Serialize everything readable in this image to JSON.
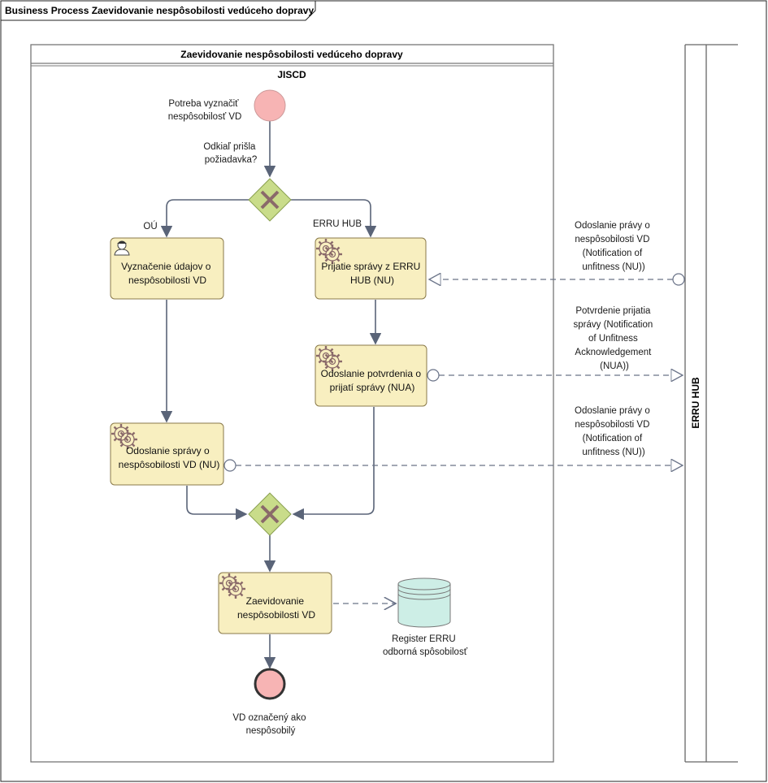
{
  "frame": {
    "title": "Business Process Zaevidovanie nespôsobilosti vedúceho dopravy"
  },
  "pool": {
    "title": "Zaevidovanie nespôsobilosti vedúceho dopravy",
    "lane": "JISCD"
  },
  "external_pool": {
    "title": "ERRU HUB"
  },
  "start_event": {
    "label": [
      "Potreba vyznačiť",
      "nespôsobilosť VD"
    ]
  },
  "gateway_split": {
    "label": [
      "Odkiaľ prišla",
      "požiadavka?"
    ],
    "branch_left": "OÚ",
    "branch_right": "ERRU HUB"
  },
  "tasks": {
    "vyznacenie": {
      "label": [
        "Vyznačenie údajov o",
        "nespôsobilosti VD"
      ],
      "icon": "user-task-icon"
    },
    "prijatie": {
      "label": [
        "Prijatie správy z ERRU",
        "HUB (NU)"
      ],
      "icon": "service-task-icon"
    },
    "potvrdenie": {
      "label": [
        "Odoslanie potvrdenia o",
        "prijatí správy (NUA)"
      ],
      "icon": "service-task-icon"
    },
    "odoslanie": {
      "label": [
        "Odoslanie správy o",
        "nespôsobilosti VD (NU)"
      ],
      "icon": "service-task-icon"
    },
    "zaevidovanie": {
      "label": [
        "Zaevidovanie",
        "nespôsobilosti VD"
      ],
      "icon": "service-task-icon"
    }
  },
  "data_store": {
    "label": [
      "Register ERRU",
      "odborná spôsobilosť"
    ]
  },
  "end_event": {
    "label": [
      "VD označený ako",
      "nespôsobilý"
    ]
  },
  "messages": {
    "incoming_nu": [
      "Odoslanie právy o",
      "nespôsobilosti VD",
      "(Notification of",
      "unfitness (NU))"
    ],
    "outgoing_nua": [
      "Potvrdenie prijatia",
      "správy (Notification",
      "of Unfitness",
      "Acknowledgement",
      "(NUA))"
    ],
    "outgoing_nu": [
      "Odoslanie právy o",
      "nespôsobilosti VD",
      "(Notification of",
      "unfitness (NU))"
    ]
  },
  "colors": {
    "task_fill": "#f8efc0",
    "gateway_fill": "#c9dc8a",
    "start_fill": "#f7b4b4",
    "end_fill": "#f7b4b4",
    "datastore_fill": "#cdeee6",
    "flow_line": "#5a6478"
  }
}
